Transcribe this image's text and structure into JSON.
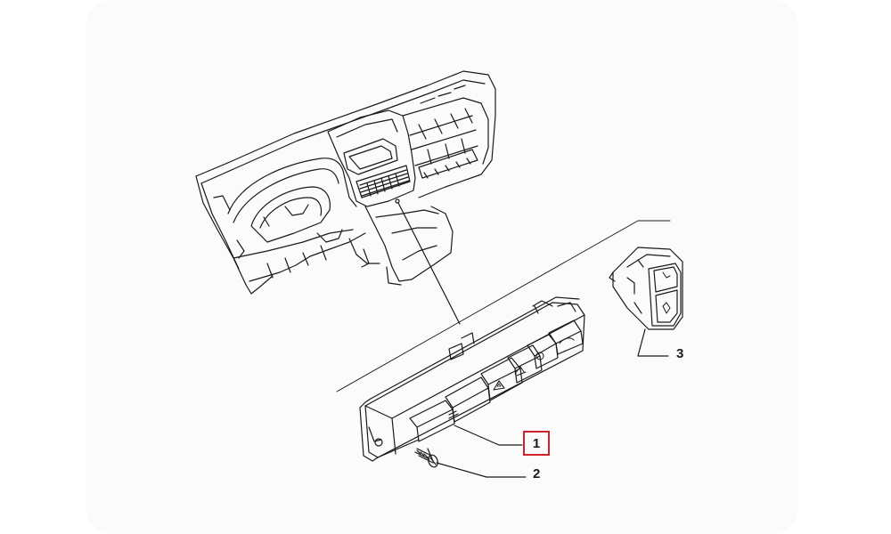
{
  "callouts": [
    {
      "id": "1",
      "text": "1",
      "highlighted": true
    },
    {
      "id": "2",
      "text": "2",
      "highlighted": false
    },
    {
      "id": "3",
      "text": "3",
      "highlighted": false
    }
  ],
  "colors": {
    "line": "#1a1a1a",
    "highlight": "#d0202a",
    "backdrop": "#fbfbfb"
  },
  "icons": [
    "hazard-warning-icon",
    "seat-heating-icon",
    "rear-fog-icon"
  ]
}
